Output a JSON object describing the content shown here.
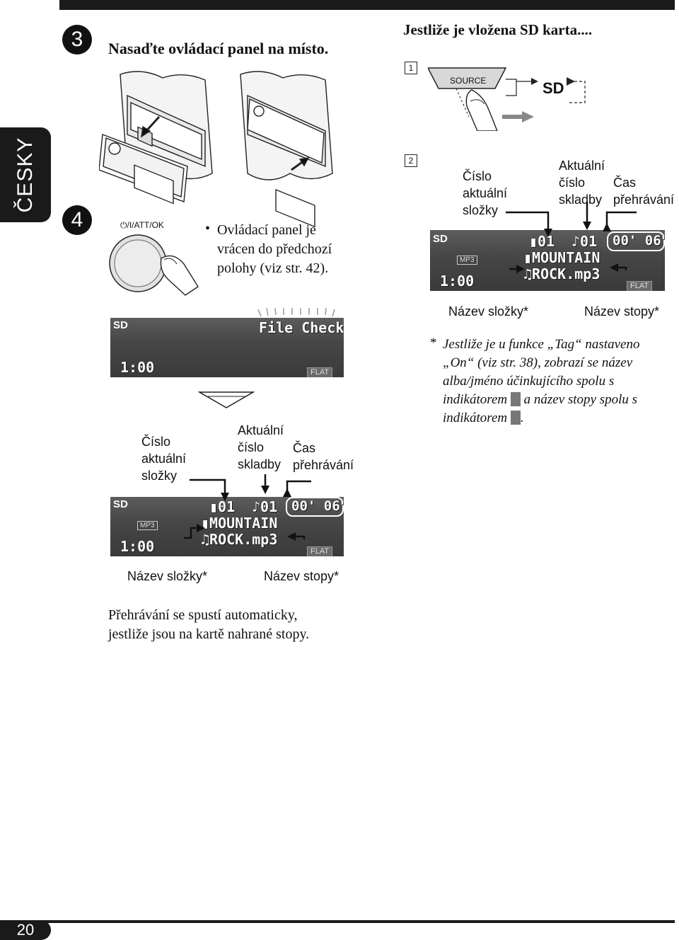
{
  "language_tab": "ČESKY",
  "page_number": "20",
  "step3": {
    "number": "3",
    "title": "Nasaďte ovládací panel na místo."
  },
  "step4": {
    "number": "4",
    "button_label": "⏻/I/ATT/OK",
    "bullet": "•",
    "text_lines": [
      "Ovládací panel je",
      "vrácen do předchozí",
      "polohy (viz str. 42)."
    ]
  },
  "sd_section": {
    "heading": "Jestliže je vložena SD karta....",
    "sub1": "1",
    "sub2": "2",
    "source_label": "SOURCE",
    "sd_label": "SD"
  },
  "labels": {
    "folder_number": [
      "Číslo",
      "aktuální",
      "složky"
    ],
    "track_number": [
      "Aktuální",
      "číslo",
      "skladby"
    ],
    "play_time": [
      "Čas",
      "přehrávání"
    ],
    "folder_name": "Název složky*",
    "track_name": "Název stopy*"
  },
  "display": {
    "sd": "SD",
    "mp3": "MP3",
    "clock": "1:00",
    "folder_no": "01",
    "track_no": "01",
    "time": "00' 06\"",
    "folder": "MOUNTAIN",
    "file": "ROCK.mp3",
    "flat": "FLAT",
    "file_check": "File Check"
  },
  "footnote": {
    "star": "*",
    "lines": [
      "Jestliže je u funkce „Tag“ nastaveno",
      "„On“ (viz str. 38), zobrazí se název",
      "alba/jméno účinkujícího spolu s",
      "indikátorem",
      "a název stopy spolu s",
      "indikátorem",
      "."
    ]
  },
  "bottom_text": [
    "Přehrávání se spustí automaticky,",
    "jestliže jsou na kartě nahrané stopy."
  ]
}
